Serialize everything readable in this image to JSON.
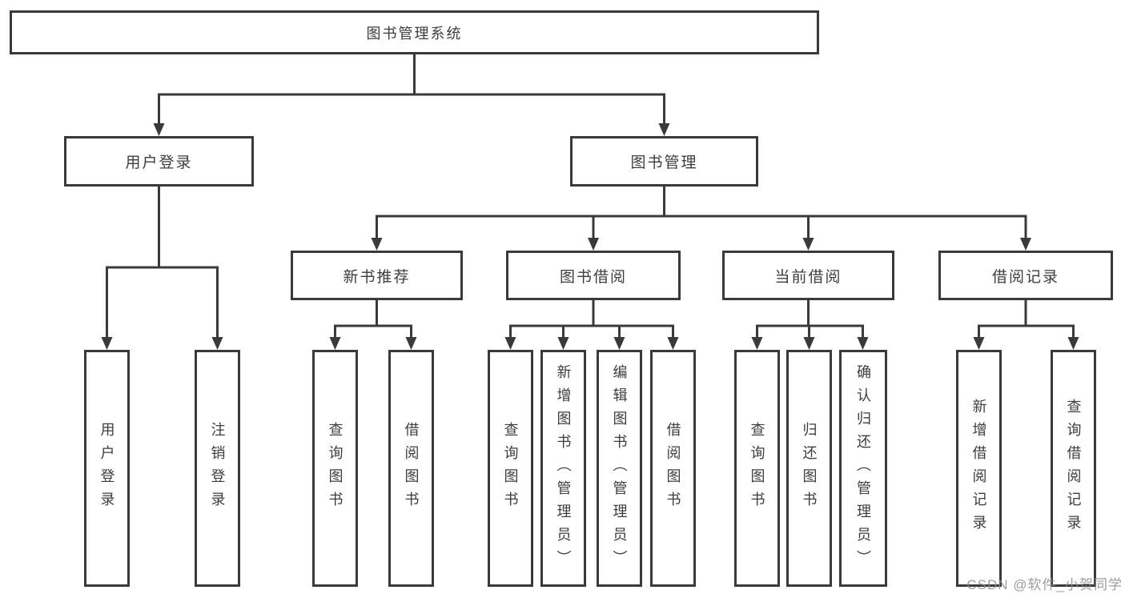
{
  "diagram_type": "hierarchy-tree",
  "colors": {
    "line": "#3a3a3a",
    "box_border": "#3a3a3a",
    "text": "#3d3d3d",
    "background": "#ffffff",
    "watermark": "#8c8c8c"
  },
  "watermark": {
    "text": "CSDN @软件_小贺同学"
  },
  "tree": {
    "root": {
      "label": "图书管理系统",
      "children": [
        {
          "label": "用户登录",
          "children": [
            {
              "label": "用户登录"
            },
            {
              "label": "注销登录"
            }
          ]
        },
        {
          "label": "图书管理",
          "children": [
            {
              "label": "新书推荐",
              "children": [
                {
                  "label": "查询图书"
                },
                {
                  "label": "借阅图书"
                }
              ]
            },
            {
              "label": "图书借阅",
              "children": [
                {
                  "label": "查询图书"
                },
                {
                  "label": "新增图书（管理员）"
                },
                {
                  "label": "编辑图书（管理员）"
                },
                {
                  "label": "借阅图书"
                }
              ]
            },
            {
              "label": "当前借阅",
              "children": [
                {
                  "label": "查询图书"
                },
                {
                  "label": "归还图书"
                },
                {
                  "label": "确认归还（管理员）"
                }
              ]
            },
            {
              "label": "借阅记录",
              "children": [
                {
                  "label": "新增借阅记录"
                },
                {
                  "label": "查询借阅记录"
                }
              ]
            }
          ]
        }
      ]
    }
  }
}
